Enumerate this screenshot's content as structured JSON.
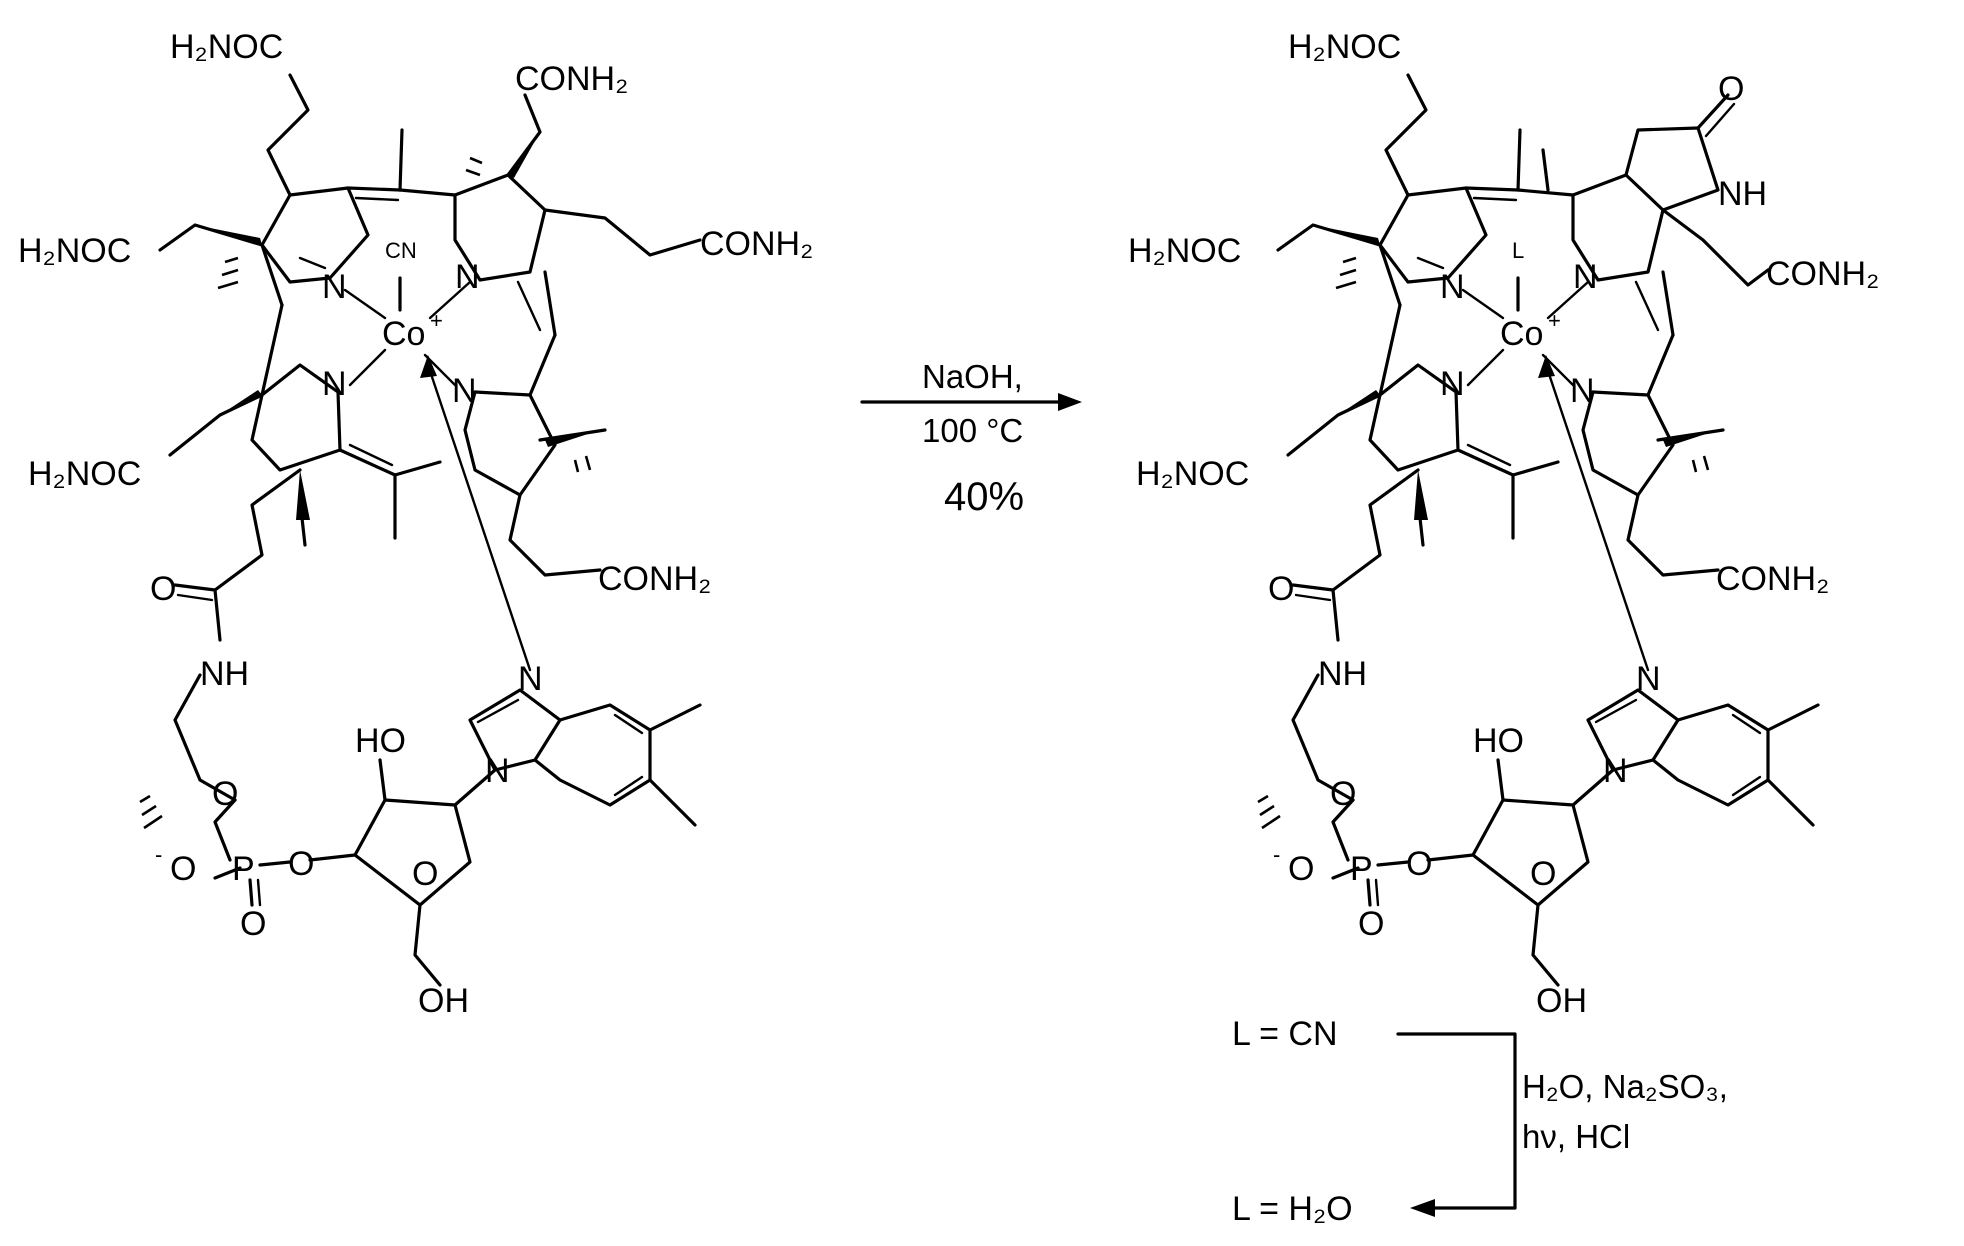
{
  "reactant": {
    "substituents": {
      "top_h2noc": "H₂NOC",
      "top_conh2": "CONH₂",
      "left_h2noc_upper": "H₂NOC",
      "right_conh2": "CONH₂",
      "left_h2noc_lower": "H₂NOC",
      "bottom_conh2": "CONH₂"
    },
    "atoms": {
      "ligand": "CN",
      "metal": "Co",
      "charge": "+",
      "n1": "N",
      "n2": "N",
      "n3": "N",
      "n4": "N",
      "amide_o": "O",
      "amide_nh": "NH",
      "ribose_ho": "HO",
      "bzim_n_top": "N",
      "bzim_n_bottom": "N",
      "phosphate_o_ester": "O",
      "phosphate_p": "P",
      "phosphate_o_anion": "O",
      "phosphate_o_ribose": "O",
      "phosphate_o_double": "O",
      "ring_o": "O",
      "ch2oh": "OH",
      "anion_sign": "-"
    }
  },
  "reaction": {
    "reagent": "NaOH,",
    "temperature": "100 °C",
    "yield": "40%"
  },
  "product": {
    "substituents": {
      "top_h2noc": "H₂NOC",
      "right_conh2": "CONH₂",
      "left_h2noc_upper": "H₂NOC",
      "left_h2noc_lower": "H₂NOC",
      "bottom_conh2": "CONH₂"
    },
    "atoms": {
      "ligand": "L",
      "metal": "Co",
      "charge": "+",
      "lactam_o": "O",
      "lactam_nh": "NH",
      "n1": "N",
      "n2": "N",
      "n3": "N",
      "n4": "N",
      "amide_o": "O",
      "amide_nh": "NH",
      "ribose_ho": "HO",
      "bzim_n_top": "N",
      "bzim_n_bottom": "N",
      "phosphate_o_ester": "O",
      "phosphate_p": "P",
      "phosphate_o_anion": "O",
      "phosphate_o_ribose": "O",
      "phosphate_o_double": "O",
      "ring_o": "O",
      "ch2oh": "OH",
      "anion_sign": "-"
    }
  },
  "ligand_exchange": {
    "start": "L = CN",
    "end": "L = H₂O",
    "conditions_line1": "H₂O, Na₂SO₃,",
    "conditions_line2": "hν, HCl"
  }
}
